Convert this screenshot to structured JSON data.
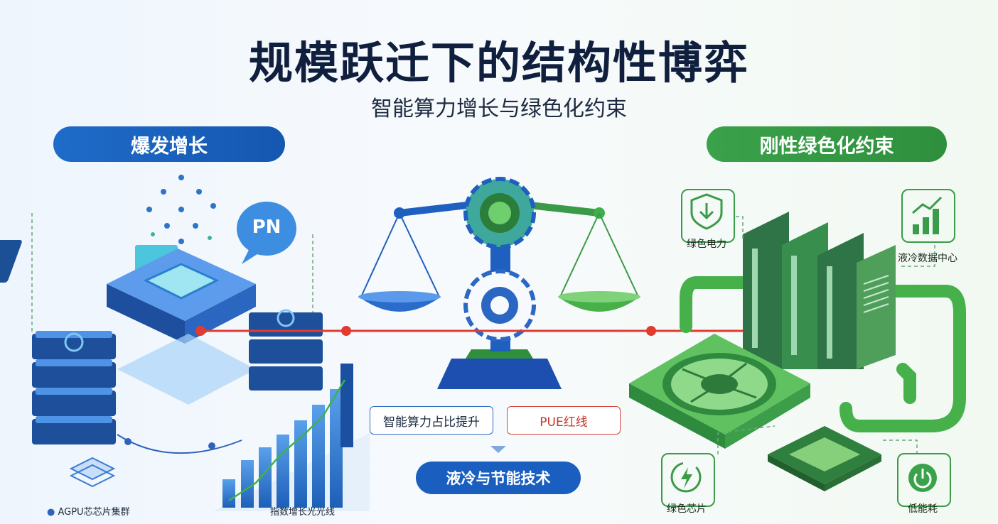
{
  "header": {
    "title": "规模跃迁下的结构性博弈",
    "subtitle": "智能算力增长与绿色化约束"
  },
  "left": {
    "pill_label": "爆发增长",
    "bubble_text": "PN",
    "cluster_label": "AGPU芯芯片集群",
    "chart_label": "指数增长光光线"
  },
  "right": {
    "pill_label": "刚性绿色化约束",
    "icons": [
      {
        "name": "download-shield-icon",
        "label": "绿色电力"
      },
      {
        "name": "growth-chart-icon",
        "label": "液冷数据中心"
      },
      {
        "name": "lightning-cycle-icon",
        "label": "绿色芯片"
      },
      {
        "name": "power-icon",
        "label": "低能耗"
      }
    ]
  },
  "center": {
    "tag_compute": "智能算力占比提升",
    "tag_pue": "PUE红线",
    "cooling_label": "液冷与节能技术"
  },
  "colors": {
    "blue": "#1e6cc8",
    "green": "#3aa24a",
    "red": "#e03c2f",
    "navy": "#0f1f3d"
  }
}
